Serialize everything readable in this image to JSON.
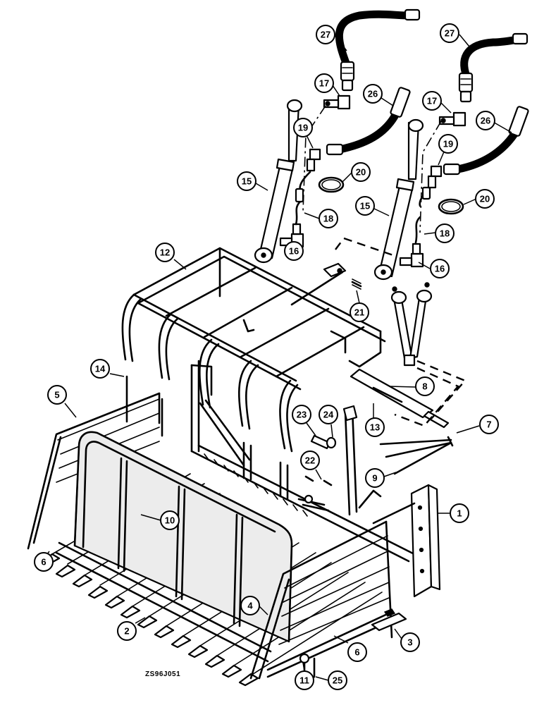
{
  "figure": {
    "reference_code": "ZS96J051",
    "callouts": [
      {
        "label": "27"
      },
      {
        "label": "27"
      },
      {
        "label": "17"
      },
      {
        "label": "17"
      },
      {
        "label": "26"
      },
      {
        "label": "26"
      },
      {
        "label": "19"
      },
      {
        "label": "19"
      },
      {
        "label": "20"
      },
      {
        "label": "20"
      },
      {
        "label": "15"
      },
      {
        "label": "15"
      },
      {
        "label": "18"
      },
      {
        "label": "18"
      },
      {
        "label": "16"
      },
      {
        "label": "16"
      },
      {
        "label": "12"
      },
      {
        "label": "21"
      },
      {
        "label": "14"
      },
      {
        "label": "5"
      },
      {
        "label": "8"
      },
      {
        "label": "13"
      },
      {
        "label": "7"
      },
      {
        "label": "23"
      },
      {
        "label": "24"
      },
      {
        "label": "22"
      },
      {
        "label": "9"
      },
      {
        "label": "10"
      },
      {
        "label": "1"
      },
      {
        "label": "6"
      },
      {
        "label": "4"
      },
      {
        "label": "2"
      },
      {
        "label": "3"
      },
      {
        "label": "6"
      },
      {
        "label": "11"
      },
      {
        "label": "25"
      }
    ]
  }
}
